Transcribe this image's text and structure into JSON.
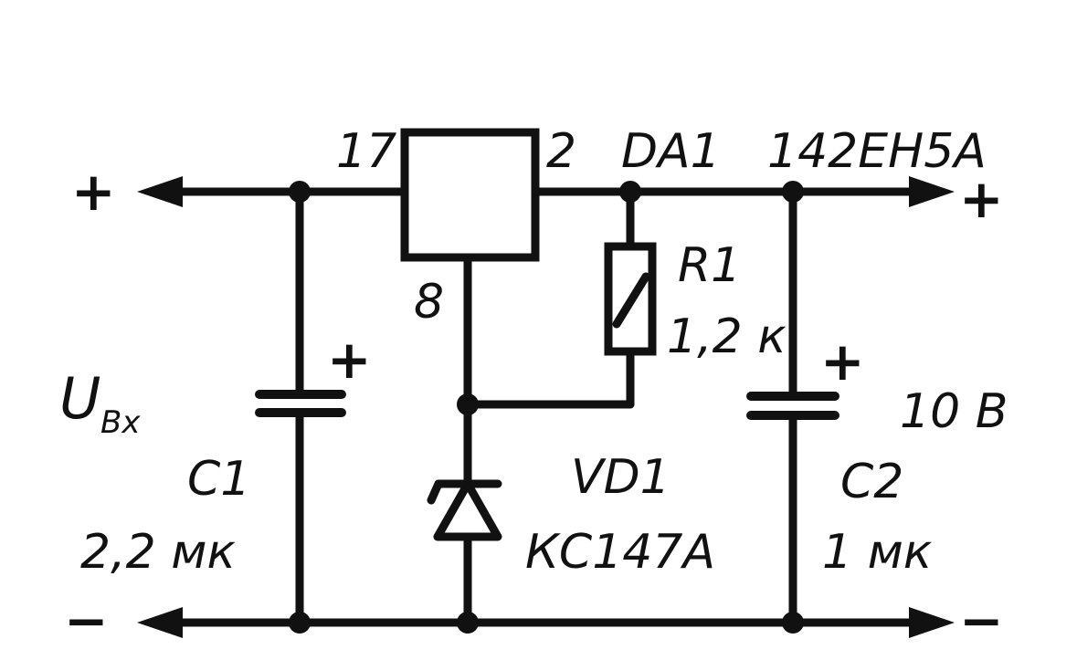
{
  "diagram": {
    "ic": {
      "pin_in": "17",
      "pin_out": "2",
      "pin_gnd": "8",
      "ref": "DA1",
      "part": "142ЕН5А"
    },
    "input": {
      "plus": "+",
      "minus": "−",
      "voltage_label": "U",
      "voltage_sub": "Вх"
    },
    "output": {
      "plus": "+",
      "minus": "−",
      "voltage": "10 В"
    },
    "c1": {
      "ref": "C1",
      "value": "2,2 мк",
      "polarity": "+"
    },
    "c2": {
      "ref": "C2",
      "value": "1 мк",
      "polarity": "+"
    },
    "r1": {
      "ref": "R1",
      "value": "1,2 к"
    },
    "vd1": {
      "ref": "VD1",
      "part": "КС147А"
    }
  }
}
